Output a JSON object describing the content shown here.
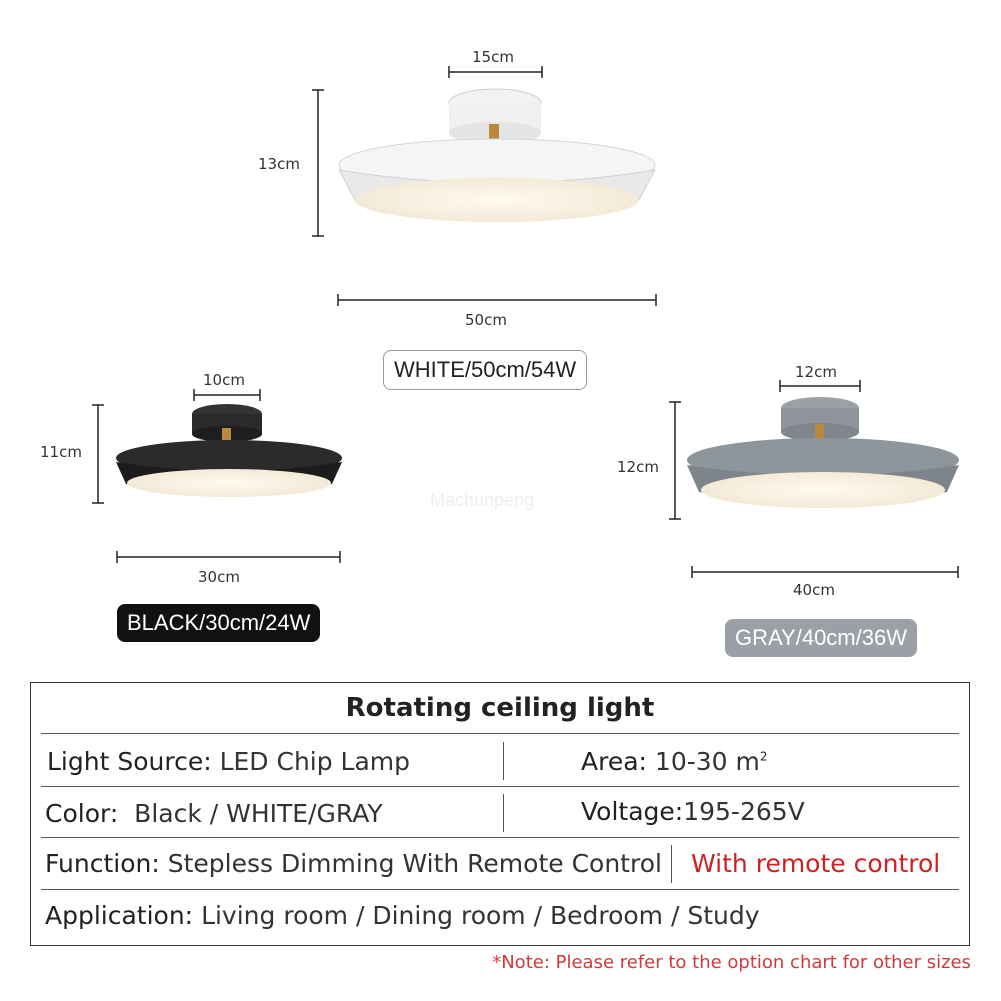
{
  "watermark": "Machunpeng",
  "white_lamp": {
    "width_label": "50cm",
    "height_label": "13cm",
    "canopy_label": "15cm",
    "badge": "WHITE/50cm/54W",
    "color": "#eef0f0"
  },
  "black_lamp": {
    "width_label": "30cm",
    "height_label": "11cm",
    "canopy_label": "10cm",
    "badge": "BLACK/30cm/24W",
    "color": "#222222"
  },
  "gray_lamp": {
    "width_label": "40cm",
    "height_label": "12cm",
    "canopy_label": "12cm",
    "badge": "GRAY/40cm/36W",
    "color": "#8c9398"
  },
  "spec": {
    "title": "Rotating ceiling light",
    "rows": [
      {
        "label": "Light Source:",
        "value": "LED Chip Lamp",
        "right_label": "Area:",
        "right_value": "10-30 m",
        "right_sup": "2"
      },
      {
        "label": "Color:",
        "value": "Black / WHITE/GRAY",
        "right_label": "Voltage:",
        "right_value": "195-265V"
      },
      {
        "label": "Function:",
        "value": "Stepless Dimming With Remote Control",
        "right_value": "With remote control"
      },
      {
        "label": "Application:",
        "value": "Living room / Dining room / Bedroom / Study"
      }
    ]
  },
  "note": "*Note: Please refer to the option chart for other sizes"
}
